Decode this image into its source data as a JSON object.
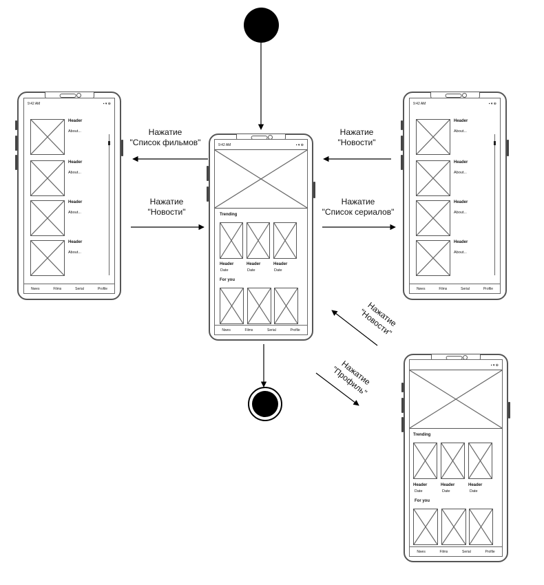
{
  "diagram": {
    "transitions": {
      "to_films_left": [
        "Нажатие",
        "\"Список фильмов\""
      ],
      "news_from_left": [
        "Нажатие",
        "\"Новости\""
      ],
      "news_from_right": [
        "Нажатие",
        "\"Новости\""
      ],
      "to_series_right": [
        "Нажатие",
        "\"Список сериалов\""
      ],
      "news_from_profile": [
        "Нажатие",
        "\"Новости\""
      ],
      "to_profile": [
        "Нажатие",
        "\"Профиль\""
      ]
    }
  },
  "screens": {
    "main": {
      "status_time": "9:42 AM",
      "status_icons": "▪ ▾ ⊕",
      "trending_title": "Trending",
      "trending_cards": [
        {
          "header": "Header",
          "date": "Date"
        },
        {
          "header": "Header",
          "date": "Date"
        },
        {
          "header": "Header",
          "date": "Date"
        }
      ],
      "for_you_title": "For you",
      "nav": [
        "Nwes",
        "Films",
        "Serial",
        "Profile"
      ]
    },
    "films_list": {
      "status_time": "9:42 AM",
      "status_icons": "▪ ▾ ⊕",
      "items": [
        {
          "header": "Header",
          "about": "About..."
        },
        {
          "header": "Header",
          "about": "About..."
        },
        {
          "header": "Header",
          "about": "About..."
        },
        {
          "header": "Header",
          "about": "About..."
        }
      ],
      "nav": [
        "Nwes",
        "Films",
        "Serial",
        "Profile"
      ]
    },
    "series_list": {
      "status_time": "9:42 AM",
      "status_icons": "▪ ▾ ⊕",
      "items": [
        {
          "header": "Header",
          "about": "About..."
        },
        {
          "header": "Header",
          "about": "About..."
        },
        {
          "header": "Header",
          "about": "About..."
        },
        {
          "header": "Header",
          "about": "About..."
        }
      ],
      "nav": [
        "Nwes",
        "Films",
        "Serial",
        "Profile"
      ]
    },
    "profile": {
      "status_time": "",
      "status_icons": "▪ ▾ ⊕",
      "trending_title": "Trending",
      "trending_cards": [
        {
          "header": "Header",
          "date": "Date"
        },
        {
          "header": "Header",
          "date": "Date"
        },
        {
          "header": "Header",
          "date": "Date"
        }
      ],
      "for_you_title": "For you",
      "nav": [
        "Nwes",
        "Films",
        "Serial",
        "Profile"
      ]
    }
  },
  "colors": {
    "stroke": "#555555",
    "node": "#000000"
  }
}
